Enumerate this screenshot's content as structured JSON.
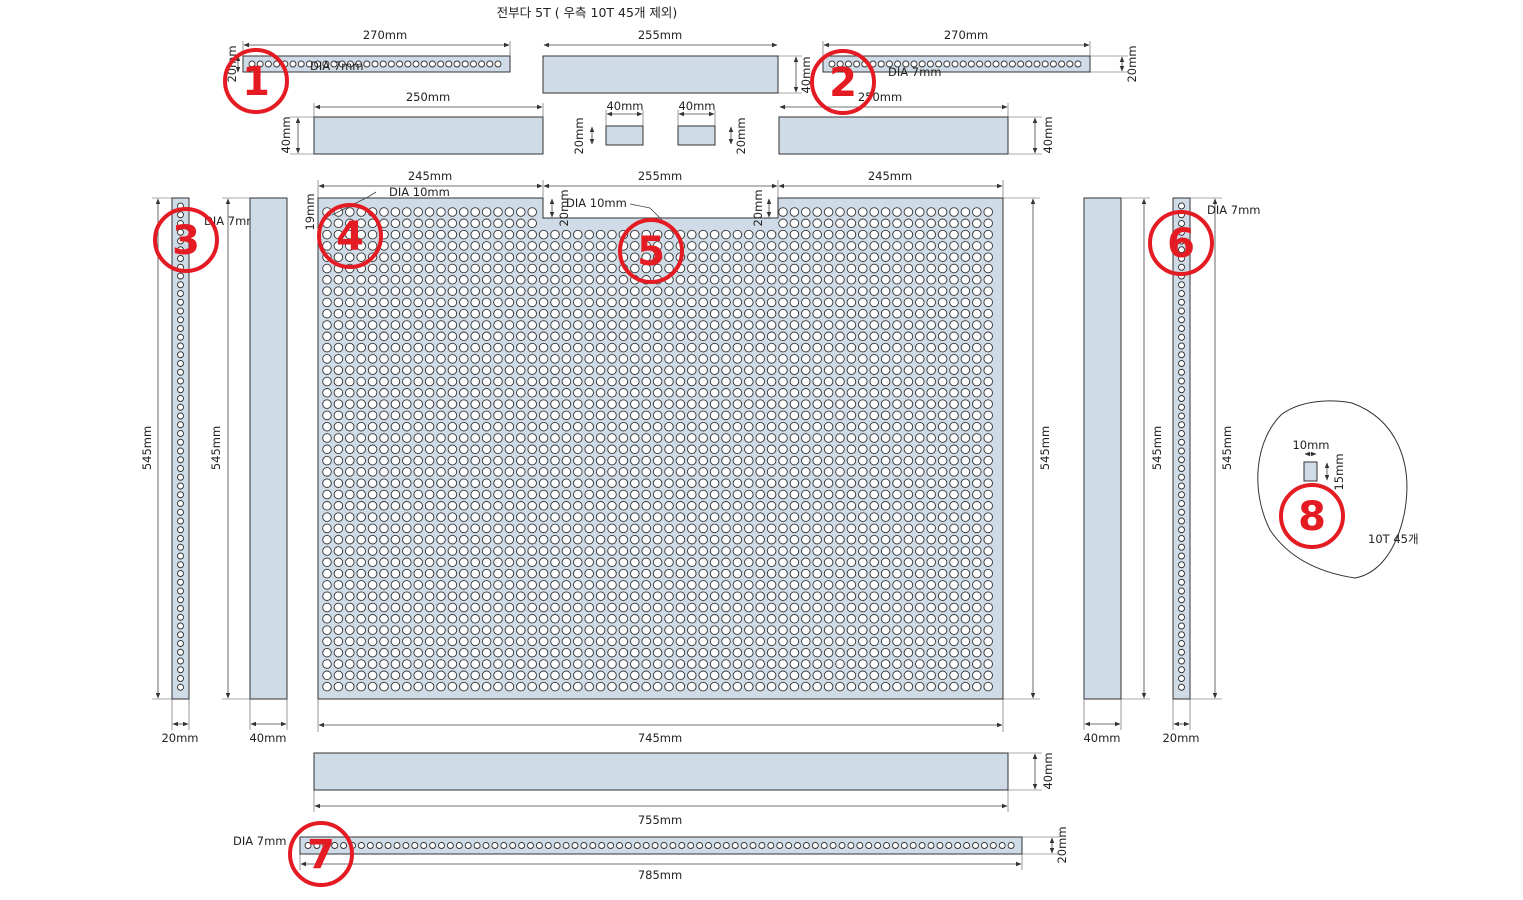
{
  "title": "전부다 5T ( 우측 10T 45개 제외)",
  "markers": [
    "1",
    "2",
    "3",
    "4",
    "5",
    "6",
    "7",
    "8"
  ],
  "labels": {
    "d270a": "270mm",
    "d20a": "20mm",
    "dia7a": "DIA 7mm",
    "d255a": "255mm",
    "d40a": "40mm",
    "d270b": "270mm",
    "d20b": "20mm",
    "dia7b": "DIA 7mm",
    "d250a": "250mm",
    "d40b": "40mm",
    "d40c": "40mm",
    "d20c": "20mm",
    "d40d": "40mm",
    "d20d": "20mm",
    "d250b": "250mm",
    "d40e": "40mm",
    "d245a": "245mm",
    "d255b": "255mm",
    "d245b": "245mm",
    "dia10a": "DIA 10mm",
    "dia10b": "DIA 10mm",
    "d19": "19mm",
    "d20e": "20mm",
    "d20f": "20mm",
    "dia7c": "DIA 7mm",
    "dia7d": "DIA 7mm",
    "d545a": "545mm",
    "d545b": "545mm",
    "d545c": "545mm",
    "d545d": "545mm",
    "d545e": "545mm",
    "d20g": "20mm",
    "d40f": "40mm",
    "d745": "745mm",
    "d40g": "40mm",
    "d20h": "20mm",
    "d755": "755mm",
    "d40h": "40mm",
    "dia7e": "DIA 7mm",
    "d785": "785mm",
    "d20i": "20mm",
    "d10": "10mm",
    "d15": "15mm",
    "note8": "10T 45개"
  },
  "colors": {
    "plate": "#cfdbe6",
    "marker": "#e51b24",
    "line": "#333333"
  }
}
